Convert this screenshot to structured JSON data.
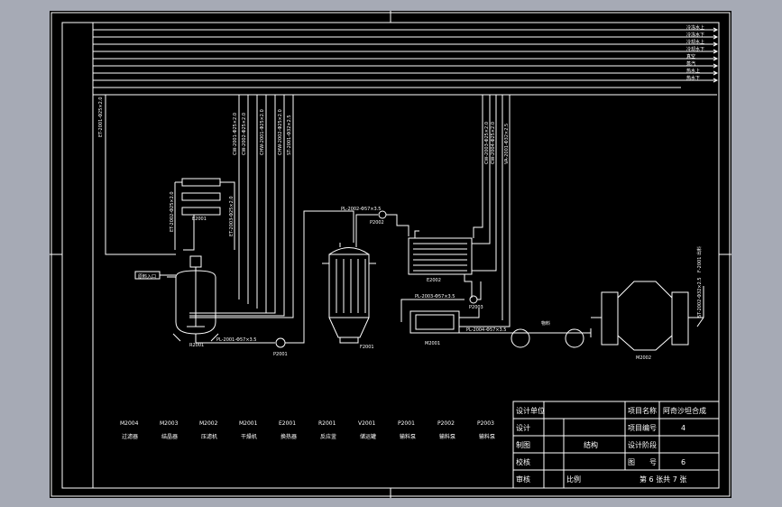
{
  "pipes_right": [
    "冷冻水上",
    "冷冻水下",
    "冷却水上",
    "冷却水下",
    "真空",
    "蒸汽",
    "热水上",
    "热水下"
  ],
  "pipe_vertical_labels": {
    "left": "ET-2001-Φ25×2.0",
    "mid1": "CW-2001-Φ25×2.0",
    "mid2": "CW-2002-Φ25×2.0",
    "mid3": "CHW-2001-Φ25×2.0",
    "mid4": "CHW-2002-Φ25×2.0",
    "mid5": "ST-2001-Φ32×2.5",
    "right1": "CW-2003-Φ25×2.0",
    "right2": "CW-2004-Φ25×2.0",
    "right3": "VA-2001-Φ32×2.5",
    "cond1": "ET-2002-Φ25×2.0",
    "cond2": "ET-2003-Φ25×2.0",
    "dryer": "ST-2002-Φ32×2.5",
    "dryer_top": "F-2001 出料"
  },
  "line_labels": {
    "reactor_out": "PL-2001-Φ57×3.5",
    "filter_in": "PL-2002-Φ57×3.5",
    "evap_out": "PL-2003-Φ57×3.5",
    "cryst_out": "PL-2004-Φ57×3.5",
    "conveyor": "物料"
  },
  "equipment_tags": {
    "condenser": "E2001",
    "reactor": "R2001",
    "feed": "原料入口",
    "filter": "F2001",
    "evaporator": "E2002",
    "crystallizer": "M2001",
    "dryer": "M2002",
    "pump1": "P2001",
    "pump2": "P2002",
    "pump3": "P2003"
  },
  "legend": [
    {
      "code": "M2004",
      "name": "过滤器"
    },
    {
      "code": "M2003",
      "name": "结晶器"
    },
    {
      "code": "M2002",
      "name": "压滤机"
    },
    {
      "code": "M2001",
      "name": "干燥机"
    },
    {
      "code": "E2001",
      "name": "换热器"
    },
    {
      "code": "R2001",
      "name": "反应釜"
    },
    {
      "code": "V2001",
      "name": "储运罐"
    },
    {
      "code": "P2001",
      "name": "输料泵"
    },
    {
      "code": "P2002",
      "name": "输料泵"
    },
    {
      "code": "P2003",
      "name": "输料泵"
    }
  ],
  "title_block": {
    "design_unit": "设计单位",
    "project_name_label": "项目名称",
    "project_name": "阿奇沙坦合成",
    "design": "设计",
    "project_no_label": "项目编号",
    "project_no": "4",
    "drawing": "制图",
    "drawn_by": "结构",
    "stage_label": "设计阶段",
    "check": "校核",
    "drawing_no_label": "图　　号",
    "drawing_no": "6",
    "review": "审核",
    "scale_label": "比例",
    "sheet_info": "第 6 张共 7 张"
  },
  "colors": {
    "line": "#ffffff",
    "background": "#000000",
    "sheet_border": "#a6aab5"
  }
}
